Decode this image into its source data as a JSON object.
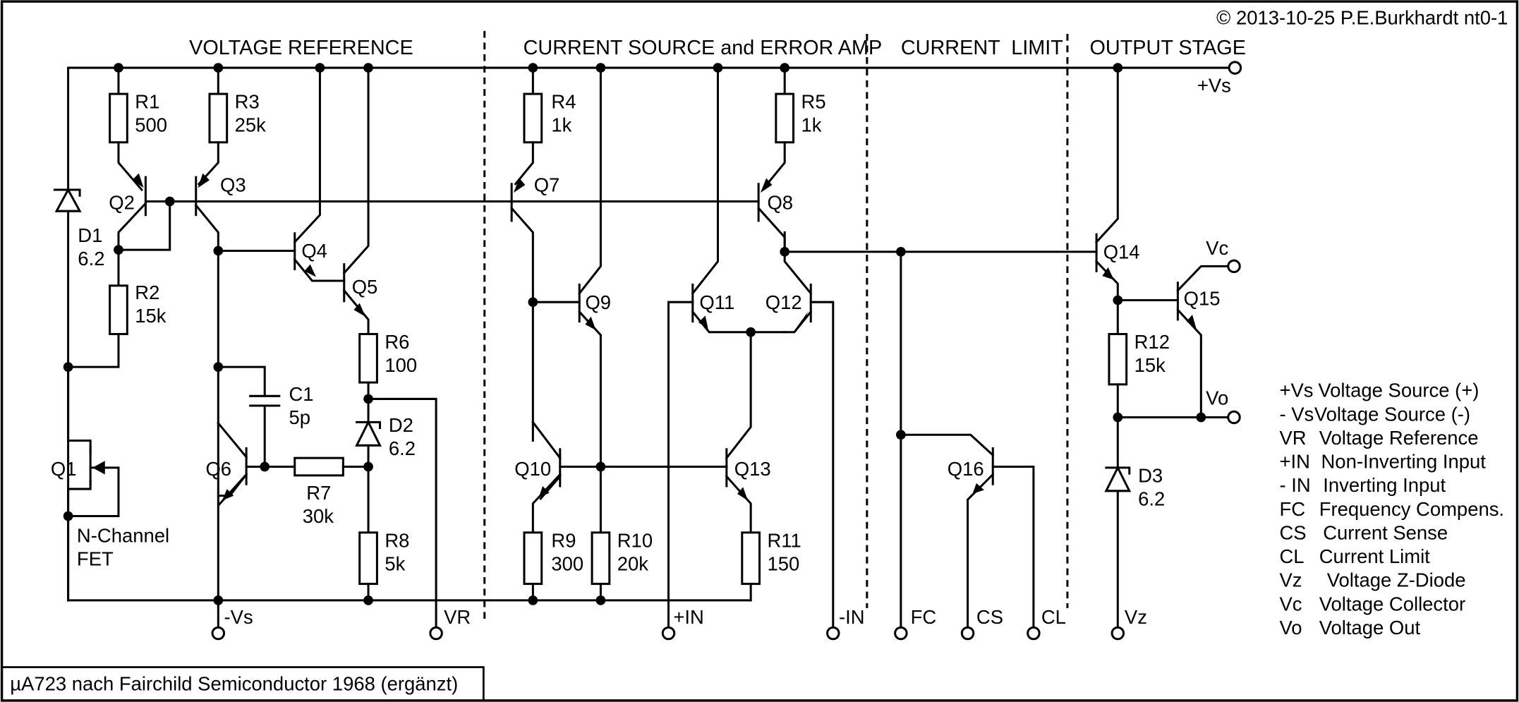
{
  "copyright": "© 2013-10-25 P.E.Burkhardt nt0-1",
  "caption": "µA723 nach Fairchild Semiconductor 1968 (ergänzt)",
  "sections": [
    "VOLTAGE REFERENCE",
    "CURRENT SOURCE and ERROR AMP",
    "CURRENT  LIMIT",
    "OUTPUT STAGE"
  ],
  "components": {
    "R1": {
      "name": "R1",
      "value": "500"
    },
    "R2": {
      "name": "R2",
      "value": "15k"
    },
    "R3": {
      "name": "R3",
      "value": "25k"
    },
    "R4": {
      "name": "R4",
      "value": "1k"
    },
    "R5": {
      "name": "R5",
      "value": "1k"
    },
    "R6": {
      "name": "R6",
      "value": "100"
    },
    "R7": {
      "name": "R7",
      "value": "30k"
    },
    "R8": {
      "name": "R8",
      "value": "5k"
    },
    "R9": {
      "name": "R9",
      "value": "300"
    },
    "R10": {
      "name": "R10",
      "value": "20k"
    },
    "R11": {
      "name": "R11",
      "value": "150"
    },
    "R12": {
      "name": "R12",
      "value": "15k"
    },
    "C1": {
      "name": "C1",
      "value": "5p"
    },
    "D1": {
      "name": "D1",
      "value": "6.2"
    },
    "D2": {
      "name": "D2",
      "value": "6.2"
    },
    "D3": {
      "name": "D3",
      "value": "6.2"
    },
    "Q1": {
      "name": "Q1",
      "note1": "N-Channel",
      "note2": "FET"
    },
    "Q2": {
      "name": "Q2"
    },
    "Q3": {
      "name": "Q3"
    },
    "Q4": {
      "name": "Q4"
    },
    "Q5": {
      "name": "Q5"
    },
    "Q6": {
      "name": "Q6"
    },
    "Q7": {
      "name": "Q7"
    },
    "Q8": {
      "name": "Q8"
    },
    "Q9": {
      "name": "Q9"
    },
    "Q10": {
      "name": "Q10"
    },
    "Q11": {
      "name": "Q11"
    },
    "Q12": {
      "name": "Q12"
    },
    "Q13": {
      "name": "Q13"
    },
    "Q14": {
      "name": "Q14"
    },
    "Q15": {
      "name": "Q15"
    },
    "Q16": {
      "name": "Q16"
    }
  },
  "pins": {
    "vs_plus": "+Vs",
    "vs_minus": "-Vs",
    "vr": "VR",
    "in_plus": "+IN",
    "in_minus": "-IN",
    "fc": "FC",
    "cs": "CS",
    "cl": "CL",
    "vz": "Vz",
    "vc": "Vc",
    "vo": "Vo"
  },
  "legend": [
    {
      "abbr": "+Vs",
      "desc": "Voltage Source (+)"
    },
    {
      "abbr": "- Vs",
      "desc": "Voltage Source (-)"
    },
    {
      "abbr": "VR",
      "desc": "Voltage Reference"
    },
    {
      "abbr": "+IN",
      "desc": "Non-Inverting Input"
    },
    {
      "abbr": "- IN",
      "desc": "Inverting Input"
    },
    {
      "abbr": "FC",
      "desc": "Frequency Compens."
    },
    {
      "abbr": "CS",
      "desc": "Current Sense"
    },
    {
      "abbr": "CL",
      "desc": "Current Limit"
    },
    {
      "abbr": "Vz",
      "desc": "Voltage Z-Diode"
    },
    {
      "abbr": "Vc",
      "desc": "Voltage Collector"
    },
    {
      "abbr": "Vo",
      "desc": "Voltage Out"
    }
  ]
}
